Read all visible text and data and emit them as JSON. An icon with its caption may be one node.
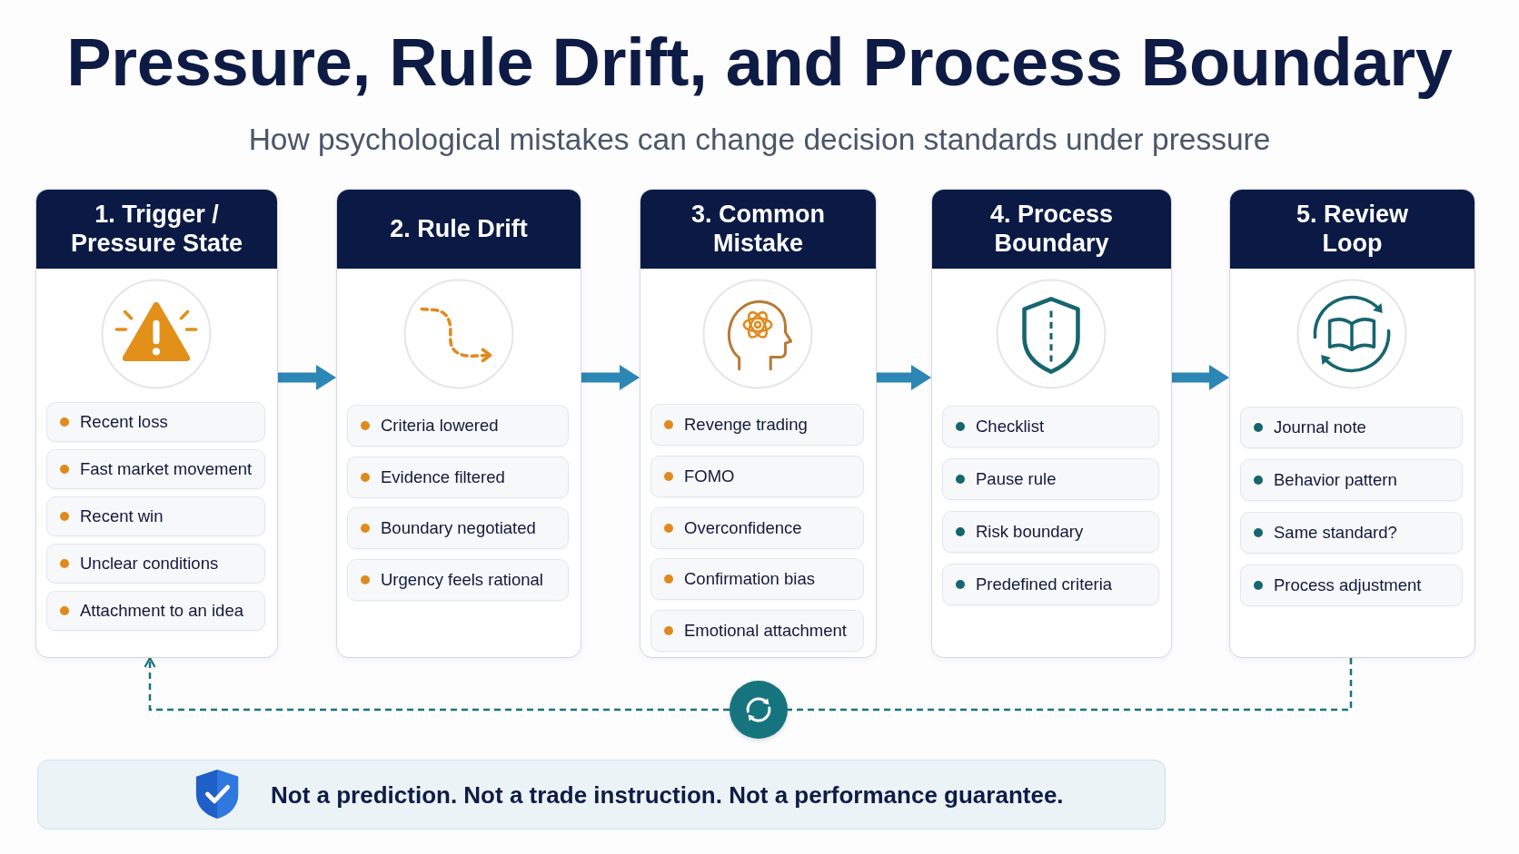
{
  "diagram": {
    "title": "Pressure, Rule Drift, and Process Boundary",
    "nodes": [
      {
        "text": [
          "1. Trigger / Pressure State"
        ]
      },
      {
        "text": [
          "Recent loss"
        ],
        "in": 0
      },
      {
        "text": [
          "Fast market movement"
        ],
        "in": 0
      },
      {
        "text": [
          "Recent win"
        ],
        "in": 0
      },
      {
        "text": [
          "Unclear conditions"
        ],
        "in": 0
      },
      {
        "text": [
          "Attachment to an idea"
        ],
        "in": 0
      },
      {
        "text": [
          "2. Rule Drift"
        ]
      },
      {
        "text": [
          "Criteria lowered"
        ],
        "in": 6
      },
      {
        "text": [
          "Evidence filtered"
        ],
        "in": 6
      },
      {
        "text": [
          "Boundary negotiated"
        ],
        "in": 6
      },
      {
        "text": [
          "Urgency feels rational"
        ],
        "in": 6
      },
      {
        "text": [
          "3. Common Mistake"
        ]
      },
      {
        "text": [
          "Revenge trading"
        ],
        "in": 11
      },
      {
        "text": [
          "FOMO"
        ],
        "in": 11
      },
      {
        "text": [
          "Overconfidence"
        ],
        "in": 11
      },
      {
        "text": [
          "Confirmation bias"
        ],
        "in": 11
      },
      {
        "text": [
          "Emotional attachment"
        ],
        "in": 11
      },
      {
        "text": [
          "4. Process Boundary"
        ]
      },
      {
        "text": [
          "Checklist"
        ],
        "in": 17
      },
      {
        "text": [
          "Pause rule"
        ],
        "in": 17
      },
      {
        "text": [
          "Risk boundary"
        ],
        "in": 17
      },
      {
        "text": [
          "Predefined criteria"
        ],
        "in": 17
      },
      {
        "text": [
          "5. Review Loop"
        ]
      },
      {
        "text": [
          "Journal note"
        ],
        "in": 22
      },
      {
        "text": [
          "Behavior pattern"
        ],
        "in": 22
      },
      {
        "text": [
          "Same standard?"
        ],
        "in": 22
      },
      {
        "text": [
          "Process adjustment"
        ],
        "in": 22
      },
      {
        "text": [],
        "shape": "circle"
      },
      {
        "text": [
          "Not a prediction. Not a trade instruction. Not a performance guarantee."
        ]
      }
    ],
    "edges": [
      {
        "from": 0,
        "to": 6,
        "arrow": "to"
      },
      {
        "from": 6,
        "to": 11,
        "arrow": "to"
      },
      {
        "from": 11,
        "to": 17,
        "arrow": "to"
      },
      {
        "from": 17,
        "to": 22,
        "arrow": "to"
      },
      {
        "from": 22,
        "to": 27,
        "arrow": "none",
        "style": "dashed",
        "color": "#17737d"
      },
      {
        "from": 27,
        "to": 0,
        "arrow": "to",
        "style": "dashed",
        "color": "#17737d"
      }
    ],
    "labels": [
      "How psychological mistakes can change decision standards under pressure"
    ]
  }
}
